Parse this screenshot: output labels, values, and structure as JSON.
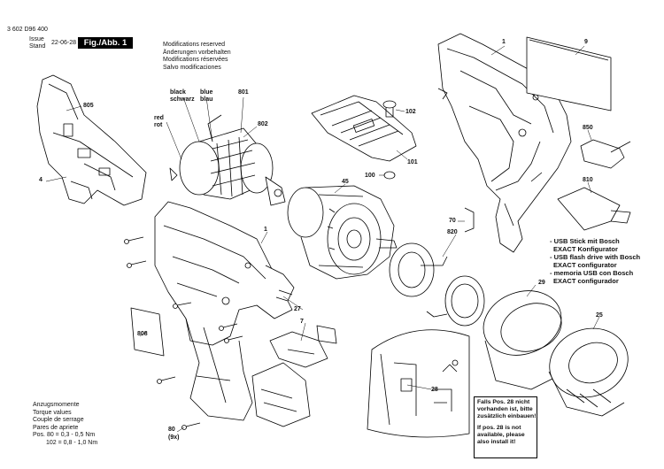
{
  "header": {
    "doc_number": "3 602 D96 400",
    "issue_label": "Issue",
    "stand_label": "Stand",
    "date": "22-06-28",
    "figure_label": "Fig./Abb. 1"
  },
  "modifications": [
    "Modifications reserved",
    "Änderungen vorbehalten",
    "Modifications réservées",
    "Salvo modificaciones"
  ],
  "wire_labels": {
    "black": [
      "black",
      "schwarz"
    ],
    "blue": [
      "blue",
      "blau"
    ],
    "red": [
      "red",
      "rot"
    ]
  },
  "part_numbers": {
    "p1_top": "1",
    "p1_mid": "1",
    "p9": "9",
    "p801": "801",
    "p802": "802",
    "p805": "805",
    "p4": "4",
    "p102": "102",
    "p101": "101",
    "p100": "100",
    "p45": "45",
    "p850": "850",
    "p810": "810",
    "p70": "70",
    "p820": "820",
    "p29": "29",
    "p25": "25",
    "p27": "27",
    "p7": "7",
    "p808": "808",
    "p28": "28",
    "p80": "80",
    "p80_qty": "(9x)"
  },
  "usb_notes": [
    "- USB Stick mit Bosch",
    "  EXACT Konfigurator",
    "- USB flash drive with Bosch",
    "  EXACT configurator",
    "- memoria USB con Bosch",
    "  EXACT configurador"
  ],
  "torque": {
    "labels": [
      "Anzugsmomente",
      "Torque values",
      "Couple de serrage",
      "Pares de apriete"
    ],
    "row1": "Pos. 80  =  0,3 - 0,5 Nm",
    "row2": "102  =  0,8 - 1,0 Nm"
  },
  "install_note": [
    "Falls Pos. 28 nicht",
    "vorhanden ist, bitte",
    "zusätzlich einbauen!!",
    "",
    "If pos. 28 is not",
    "available, please",
    "also install it!"
  ]
}
